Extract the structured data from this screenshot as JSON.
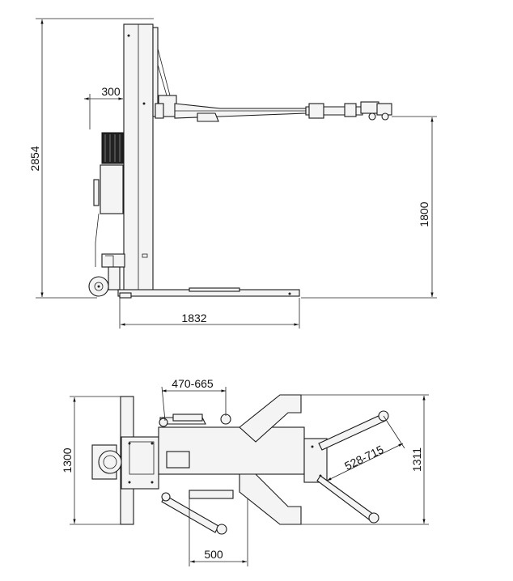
{
  "side_view": {
    "height_total": "2854",
    "motor_offset": "300",
    "arm_height": "1800",
    "base_length": "1832"
  },
  "top_view": {
    "width_total": "1300",
    "arm_reach_front": "470-665",
    "arm_reach_rear": "528-715",
    "width_right": "1311",
    "leg_spacing": "500"
  }
}
